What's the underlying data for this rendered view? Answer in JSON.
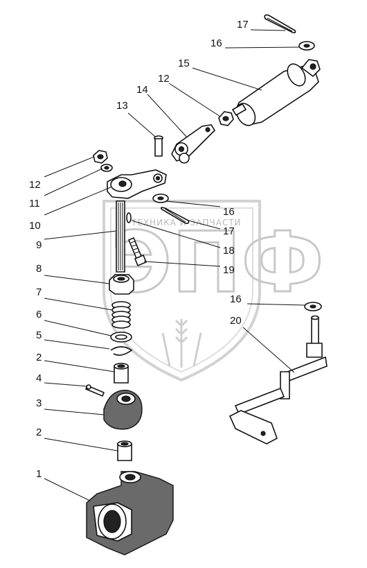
{
  "watermark": {
    "brand_text": "ТЕХНИКА И ЗАПЧАСТИ",
    "logo_letters": "ЭПФ"
  },
  "callouts": [
    {
      "id": "c17a",
      "text": "17"
    },
    {
      "id": "c16a",
      "text": "16"
    },
    {
      "id": "c15",
      "text": "15"
    },
    {
      "id": "c12a",
      "text": "12"
    },
    {
      "id": "c14",
      "text": "14"
    },
    {
      "id": "c13",
      "text": "13"
    },
    {
      "id": "c12b",
      "text": "12"
    },
    {
      "id": "c11",
      "text": "11"
    },
    {
      "id": "c16b",
      "text": "16"
    },
    {
      "id": "c10",
      "text": "10"
    },
    {
      "id": "c17b",
      "text": "17"
    },
    {
      "id": "c9",
      "text": "9"
    },
    {
      "id": "c18",
      "text": "18"
    },
    {
      "id": "c19",
      "text": "19"
    },
    {
      "id": "c8",
      "text": "8"
    },
    {
      "id": "c16c",
      "text": "16"
    },
    {
      "id": "c7",
      "text": "7"
    },
    {
      "id": "c20",
      "text": "20"
    },
    {
      "id": "c6",
      "text": "6"
    },
    {
      "id": "c5",
      "text": "5"
    },
    {
      "id": "c2a",
      "text": "2"
    },
    {
      "id": "c4",
      "text": "4"
    },
    {
      "id": "c3",
      "text": "3"
    },
    {
      "id": "c2b",
      "text": "2"
    },
    {
      "id": "c1",
      "text": "1"
    }
  ]
}
